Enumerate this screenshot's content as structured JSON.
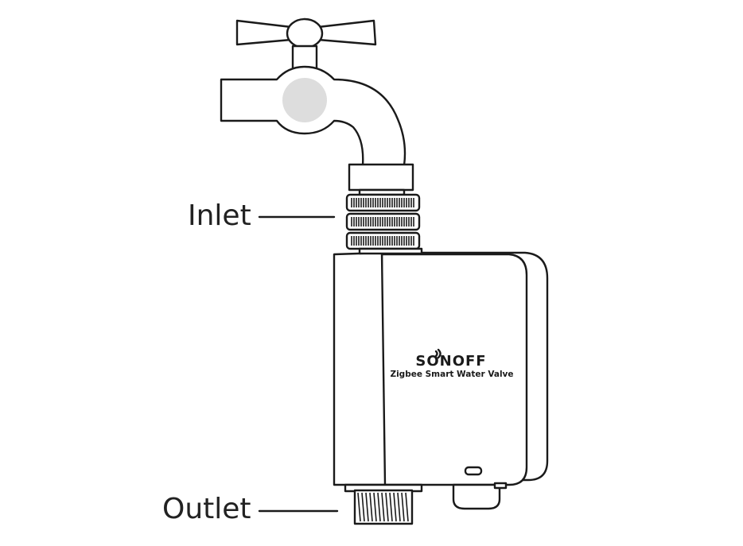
{
  "labels": {
    "inlet": "Inlet",
    "outlet": "Outlet"
  },
  "device": {
    "brand": "Sonoff",
    "model": "Zigbee Smart Water Valve"
  },
  "colors": {
    "line": "#1a1a1a",
    "tap_handle_disc": "#dddddd",
    "thread": "#1a1a1a",
    "background": "#ffffff"
  },
  "icons": {
    "tap": "faucet-icon",
    "usb_port": "usb-c-port-icon",
    "wifi_signal": "signal-waves-icon"
  }
}
